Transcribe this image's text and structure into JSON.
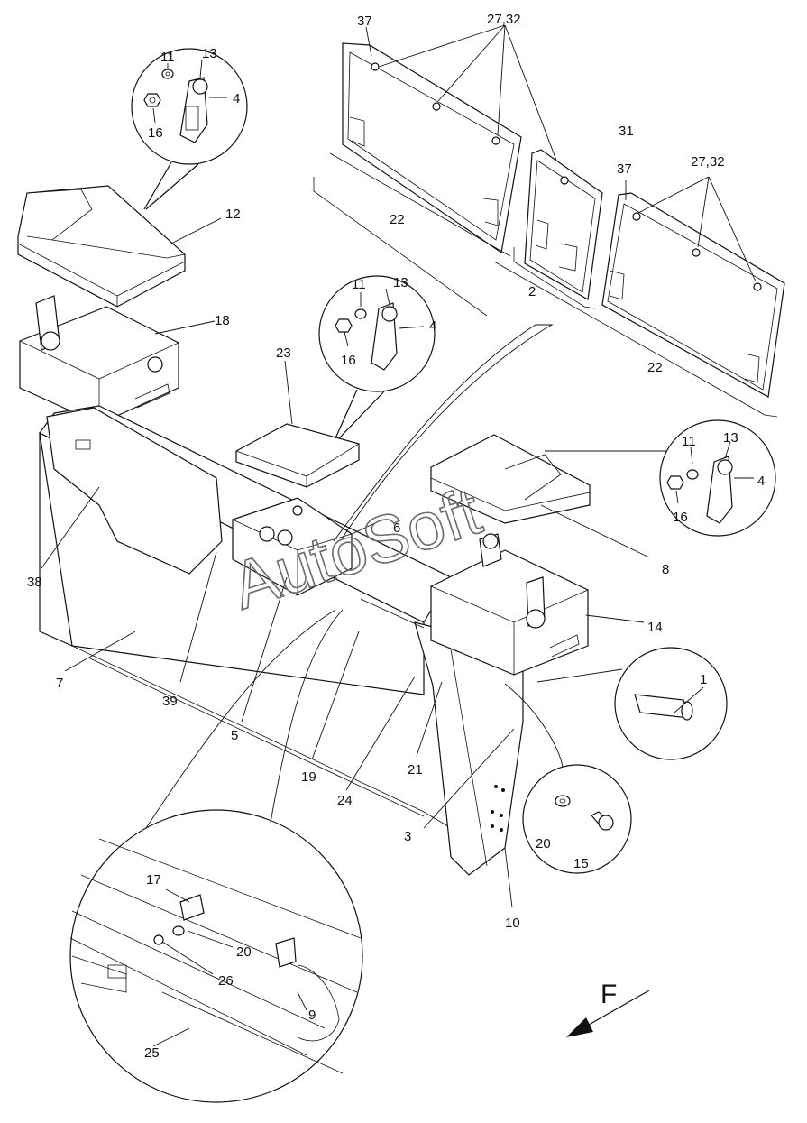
{
  "watermark": "AutoSoft",
  "view_letter": "F",
  "labels": {
    "l1": "1",
    "l2": "2",
    "l3": "3",
    "l4a": "4",
    "l4b": "4",
    "l4c": "4",
    "l5": "5",
    "l6": "6",
    "l7": "7",
    "l8": "8",
    "l9": "9",
    "l10": "10",
    "l11a": "11",
    "l11b": "11",
    "l11c": "11",
    "l12": "12",
    "l13a": "13",
    "l13b": "13",
    "l13c": "13",
    "l14": "14",
    "l15": "15",
    "l16a": "16",
    "l16b": "16",
    "l16c": "16",
    "l17": "17",
    "l18": "18",
    "l19": "19",
    "l20a": "20",
    "l20b": "20",
    "l21": "21",
    "l22a": "22",
    "l22b": "22",
    "l23": "23",
    "l24": "24",
    "l25": "25",
    "l26": "26",
    "l2732a": "27,32",
    "l2732b": "27,32",
    "l31": "31",
    "l37a": "37",
    "l37b": "37",
    "l38": "38",
    "l39": "39"
  }
}
